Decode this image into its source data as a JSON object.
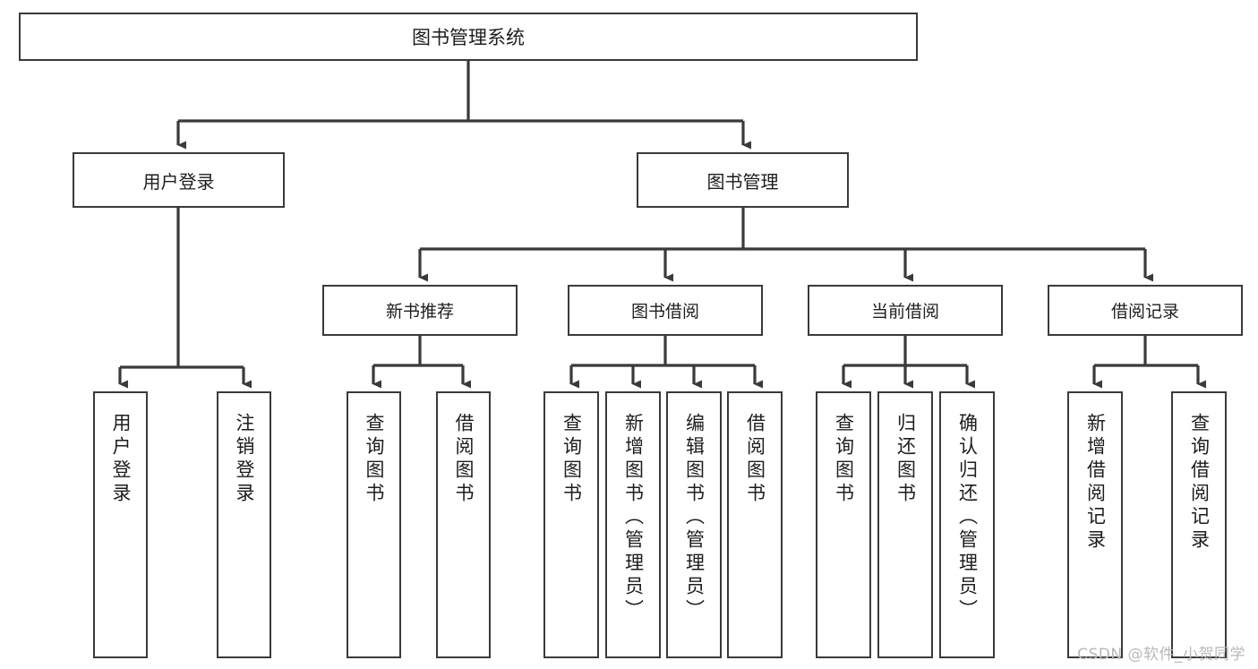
{
  "diagram": {
    "title": "图书管理系统",
    "type": "hierarchy-tree",
    "watermark": "CSDN @软件_小贺同学",
    "colors": {
      "box_border": "#3a3a3a",
      "box_fill": "#ffffff",
      "edge": "#3a3a3a",
      "text": "#1d1d1d",
      "watermark": "#b9b9b9",
      "background": "#ffffff"
    }
  },
  "nodes": {
    "root": {
      "label": "图书管理系统",
      "level": 1
    },
    "level2": [
      {
        "id": "user-login",
        "label": "用户登录"
      },
      {
        "id": "book-management",
        "label": "图书管理"
      }
    ],
    "level3": [
      {
        "id": "new-book-recommend",
        "label": "新书推荐",
        "parent": "book-management"
      },
      {
        "id": "book-borrow",
        "label": "图书借阅",
        "parent": "book-management"
      },
      {
        "id": "current-borrow",
        "label": "当前借阅",
        "parent": "book-management"
      },
      {
        "id": "borrow-record",
        "label": "借阅记录",
        "parent": "book-management"
      }
    ],
    "leaves": [
      {
        "id": "leaf-user-login",
        "label": "用户登录",
        "parent": "user-login"
      },
      {
        "id": "leaf-logout",
        "label": "注销登录",
        "parent": "user-login"
      },
      {
        "id": "leaf-query-book-1",
        "label": "查询图书",
        "parent": "new-book-recommend"
      },
      {
        "id": "leaf-borrow-book-1",
        "label": "借阅图书",
        "parent": "new-book-recommend"
      },
      {
        "id": "leaf-query-book-2",
        "label": "查询图书",
        "parent": "book-borrow"
      },
      {
        "id": "leaf-add-book",
        "label": "新增图书（管理员）",
        "parent": "book-borrow"
      },
      {
        "id": "leaf-edit-book",
        "label": "编辑图书（管理员）",
        "parent": "book-borrow"
      },
      {
        "id": "leaf-borrow-book-2",
        "label": "借阅图书",
        "parent": "book-borrow"
      },
      {
        "id": "leaf-query-book-3",
        "label": "查询图书",
        "parent": "current-borrow"
      },
      {
        "id": "leaf-return-book",
        "label": "归还图书",
        "parent": "current-borrow"
      },
      {
        "id": "leaf-confirm-return",
        "label": "确认归还（管理员）",
        "parent": "current-borrow"
      },
      {
        "id": "leaf-add-record",
        "label": "新增借阅记录",
        "parent": "borrow-record"
      },
      {
        "id": "leaf-query-record",
        "label": "查询借阅记录",
        "parent": "borrow-record"
      }
    ]
  }
}
